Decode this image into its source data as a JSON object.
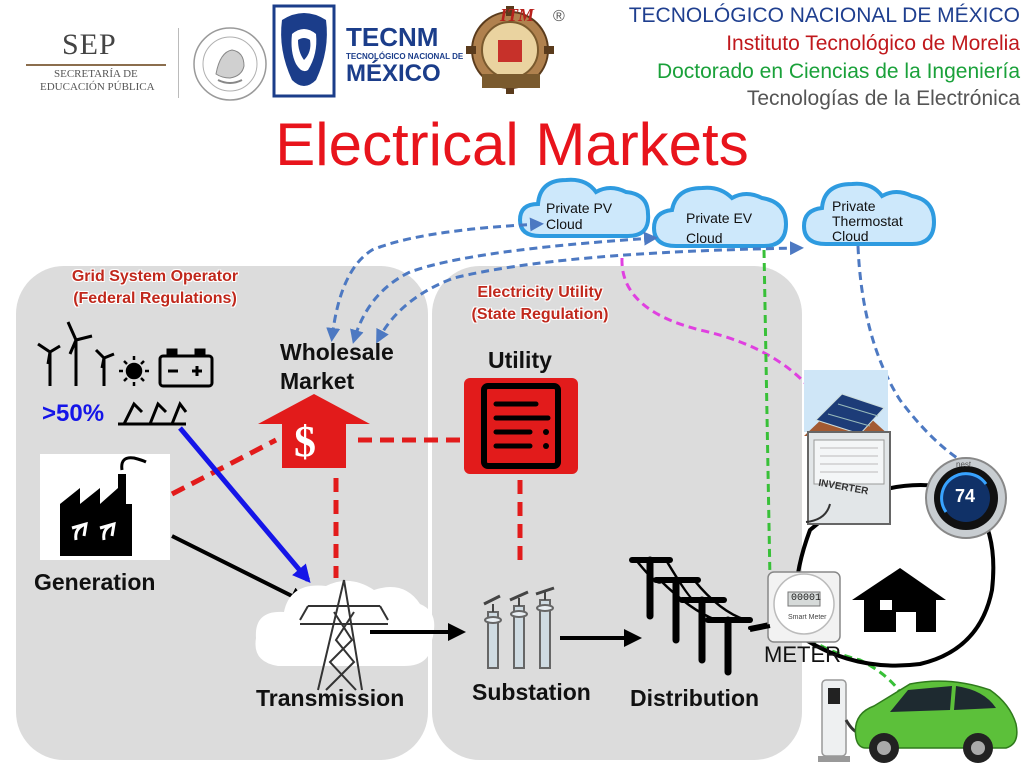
{
  "header": {
    "sep_logo_text": "SEP",
    "sep_subtitle_line1": "SECRETARÍA DE",
    "sep_subtitle_line2": "EDUCACIÓN PÚBLICA",
    "tecnm_logo_line1": "TECNM",
    "tecnm_logo_line2": "TECNOLÓGICO NACIONAL DE",
    "tecnm_logo_line3": "MÉXICO",
    "itm_logo_text": "ITM",
    "registered_mark": "®",
    "institution_lines": [
      {
        "text": "TECNOLÓGICO NACIONAL DE MÉXICO",
        "color": "#1f3f8f"
      },
      {
        "text": "Instituto Tecnológico de Morelia",
        "color": "#c0181c"
      },
      {
        "text": "Doctorado en Ciencias de la Ingeniería",
        "color": "#1aa13a"
      },
      {
        "text": "Tecnologías de la Electrónica",
        "color": "#555555"
      }
    ]
  },
  "slide": {
    "title": "Electrical Markets",
    "title_color": "#e8141c"
  },
  "regions": {
    "grid_operator_line1": "Grid System Operator",
    "grid_operator_line2": "(Federal Regulations)",
    "utility_line1": "Electricity Utility",
    "utility_line2": "(State Regulation)"
  },
  "clouds": {
    "pv_line1": "Private PV",
    "pv_line2": "Cloud",
    "ev_line1": "Private EV",
    "ev_line2": "Cloud",
    "thermostat_line1": "Private",
    "thermostat_line2": "Thermostat",
    "thermostat_line3": "Cloud"
  },
  "nodes": {
    "wholesale_line1": "Wholesale",
    "wholesale_line2": "Market",
    "utility": "Utility",
    "generation": "Generation",
    "transmission": "Transmission",
    "substation": "Substation",
    "distribution": "Distribution",
    "meter": "METER",
    "dollar_sign": "$",
    "renewables_share": ">50%",
    "inverter_label": "INVERTER",
    "thermostat_value": "74",
    "thermostat_brand": "nest",
    "smart_meter_label": "Smart Meter",
    "meter_reading": "00001"
  },
  "colors": {
    "panel": "#dcdcdc",
    "red_link": "#e21b1b",
    "blue_flow": "#1515e8",
    "cloud_fill": "#cde8fb",
    "cloud_stroke": "#2e9be0",
    "dashed_blue": "#4d79c2",
    "dashed_magenta": "#e040e0",
    "dashed_green": "#38c038",
    "ev_green": "#5cc03a"
  }
}
